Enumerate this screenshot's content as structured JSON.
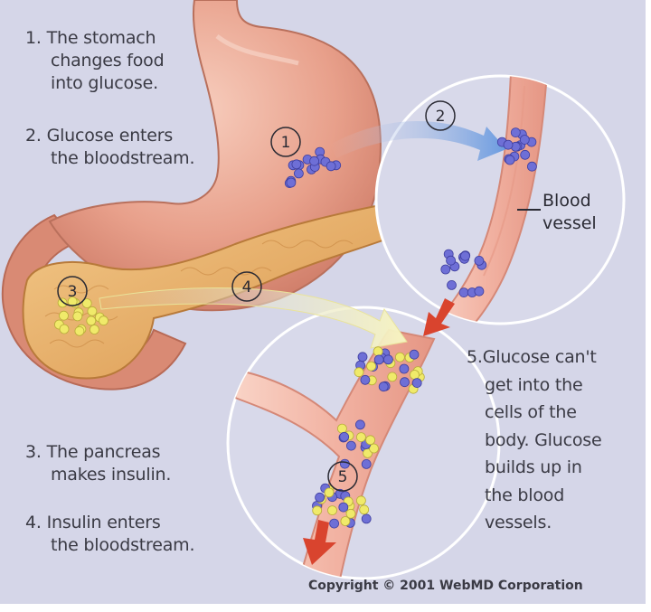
{
  "captions": {
    "step1": [
      "1. The stomach",
      "changes food",
      "into glucose."
    ],
    "step2": [
      "2. Glucose enters",
      "the bloodstream."
    ],
    "step3": [
      "3. The pancreas",
      "makes insulin."
    ],
    "step4": [
      "4. Insulin enters",
      "the bloodstream."
    ],
    "step5": [
      "5.Glucose can't",
      "get into the",
      "cells of the",
      "body. Glucose",
      "builds up in",
      "the blood",
      "vessels."
    ]
  },
  "markers": [
    "1",
    "2",
    "3",
    "4",
    "5"
  ],
  "vessel_label": [
    "Blood",
    "vessel"
  ],
  "copyright": "Copyright © 2001 WebMD Corporation",
  "colors": {
    "background": "#d5d6e8",
    "stomach": "#e7a08c",
    "pancreas": "#e9b067",
    "vessel": "#f3b5a6",
    "glucose": "#6e6fd6",
    "insulin": "#f0ea6a",
    "glucose_arrow": "#6a9be0",
    "insulin_arrow": "#f4f2b8",
    "flow_arrow": "#d9442e"
  }
}
